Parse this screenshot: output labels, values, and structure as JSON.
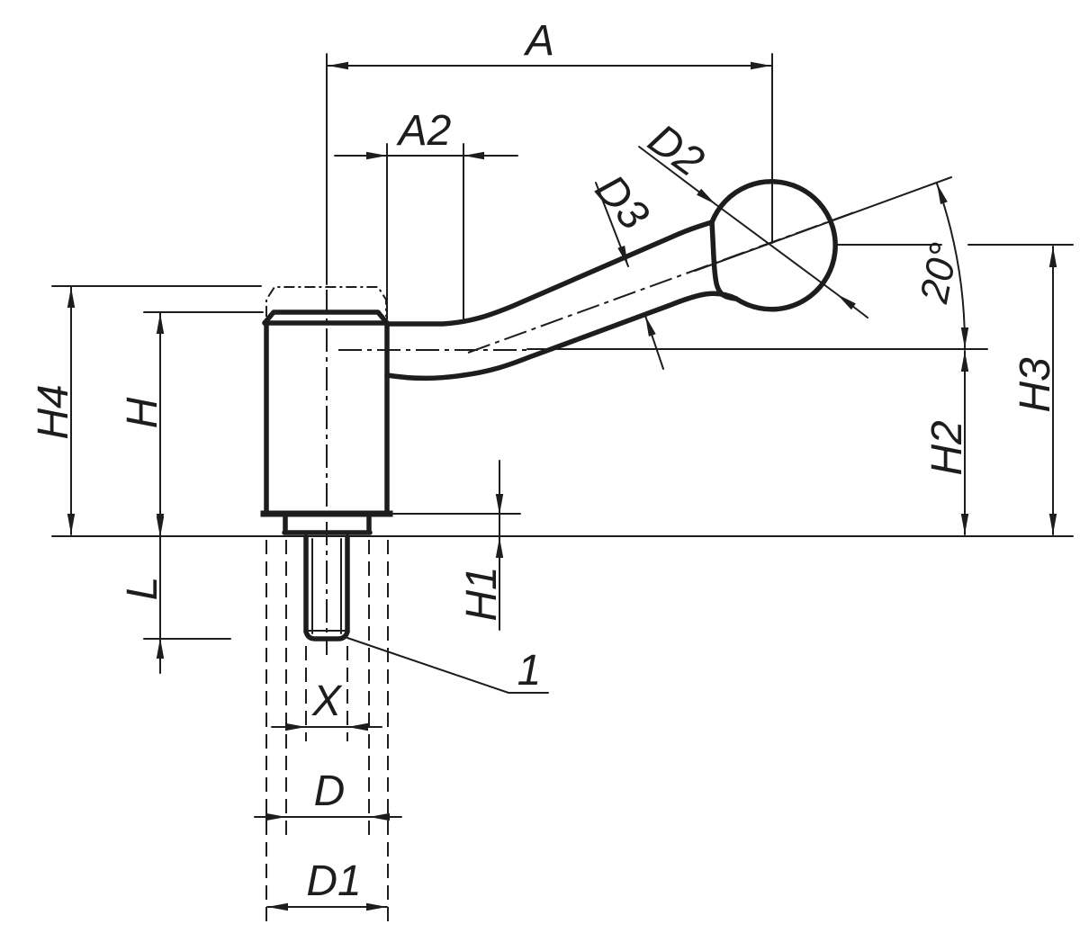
{
  "drawing": {
    "type": "technical-dimension-drawing",
    "subject": "adjustable tension lever with threaded stud, side view",
    "colors": {
      "line": "#1d1d1b",
      "background": "#ffffff"
    },
    "labels": {
      "a": "A",
      "a2": "A2",
      "d2": "D2",
      "d3": "D3",
      "angle": "20°",
      "h4": "H4",
      "h": "H",
      "l": "L",
      "h1": "H1",
      "h2": "H2",
      "h3": "H3",
      "x": "X",
      "d": "D",
      "d1": "D1",
      "callout": "1"
    }
  }
}
